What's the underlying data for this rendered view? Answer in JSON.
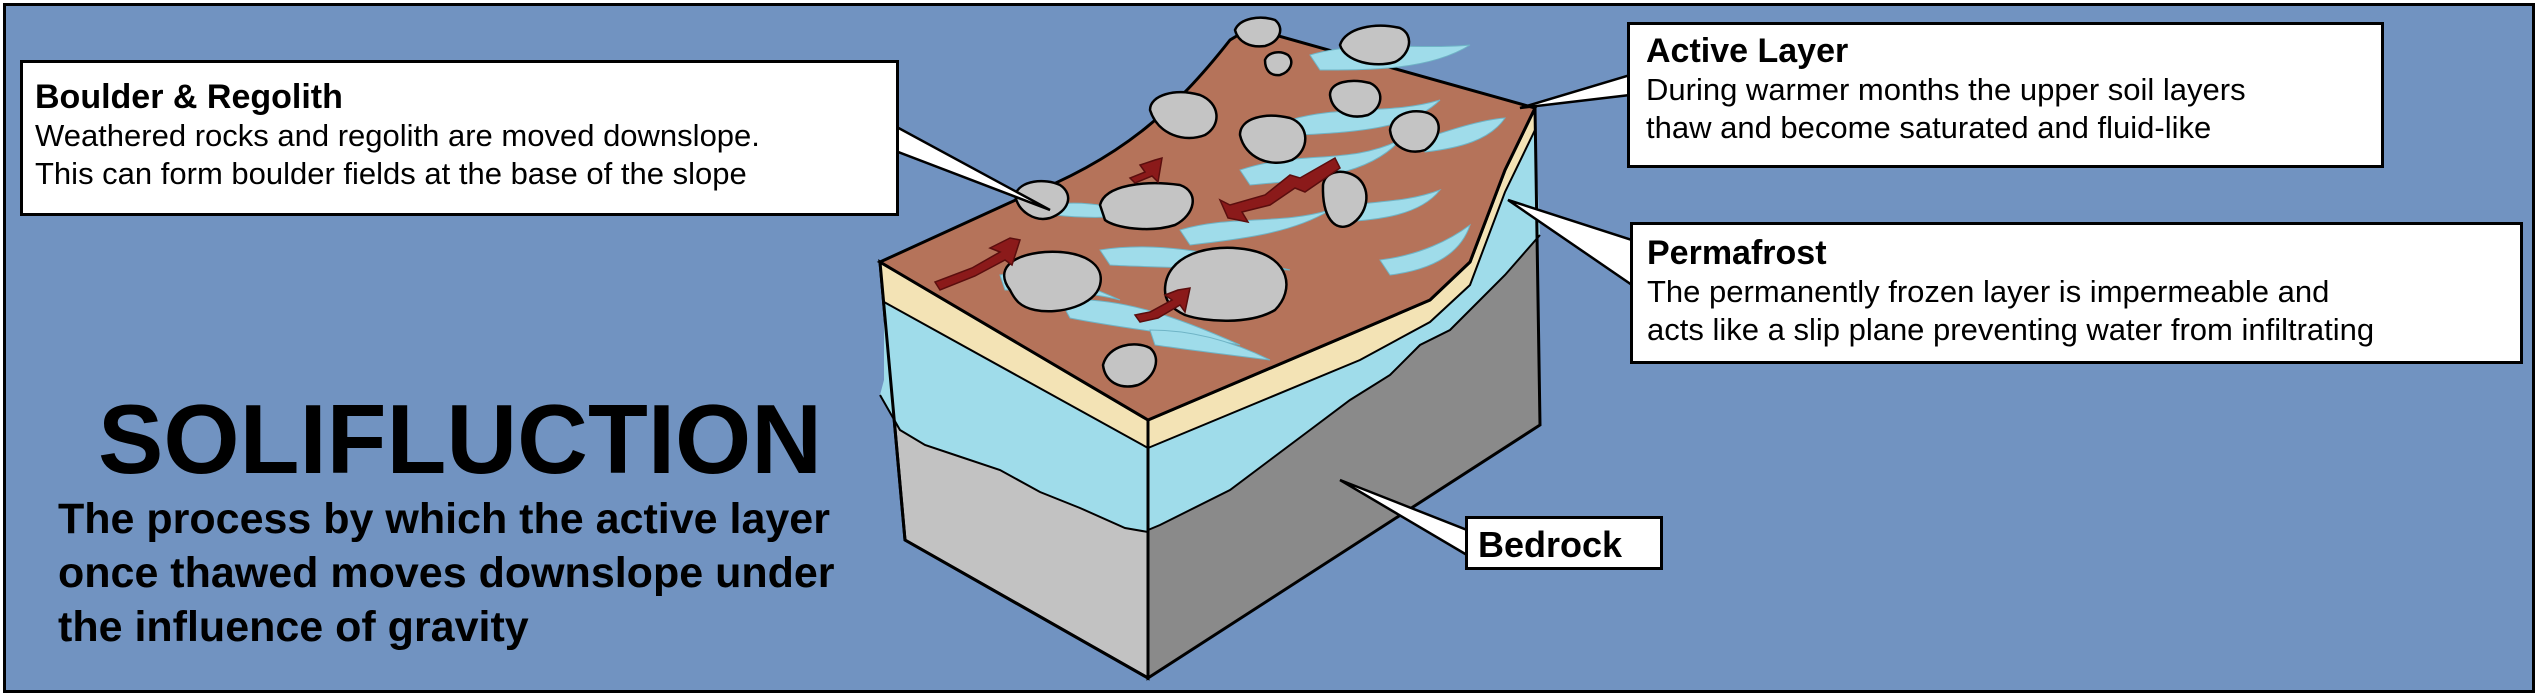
{
  "title": "SOLIFLUCTION",
  "definition": "The process by which the active layer\nonce thawed moves downslope under\nthe influence of gravity",
  "callouts": {
    "boulder": {
      "heading": "Boulder & Regolith",
      "text": "Weathered rocks and regolith are moved downslope.\nThis can form boulder fields at the base of the slope"
    },
    "active": {
      "heading": "Active Layer",
      "text": "During warmer months the upper soil layers\nthaw and become saturated and fluid-like"
    },
    "permafrost": {
      "heading": "Permafrost",
      "text": "The permanently frozen layer is impermeable and\nacts like a slip plane preventing water from infiltrating"
    },
    "bedrock": {
      "heading": "Bedrock"
    }
  },
  "colors": {
    "background": "#7193c1",
    "soil": "#b5735a",
    "active_layer": "#f3e3b5",
    "permafrost": "#9fdcea",
    "meltwater": "#9fdcea",
    "bedrock_light": "#c2c2c2",
    "bedrock_dark": "#8a8a8a",
    "boulder": "#c4c4c4",
    "flow_arrow": "#8b1a1a"
  }
}
